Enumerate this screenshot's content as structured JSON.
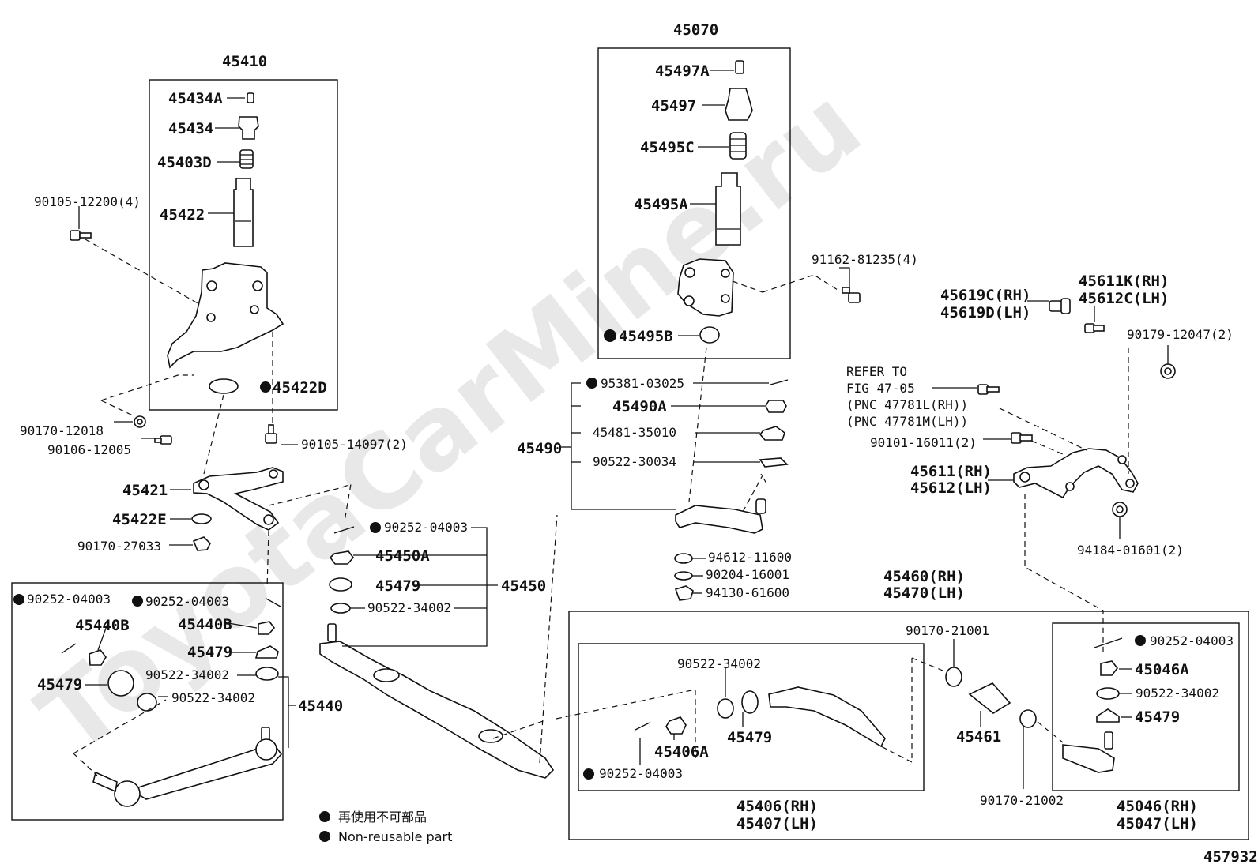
{
  "watermark": "ToyotaCarMine.ru",
  "figure_number": "457932",
  "legend": {
    "japanese": "再使用不可部品",
    "english": "Non-reusable part"
  },
  "labels": {
    "l45410": "45410",
    "l45434A": "45434A",
    "l45434": "45434",
    "l45403D": "45403D",
    "l45422": "45422",
    "l90105_12200": "90105-12200(4)",
    "l45422D": "45422D",
    "l90170_12018": "90170-12018",
    "l90106_12005": "90106-12005",
    "l90105_14097": "90105-14097(2)",
    "l45421": "45421",
    "l45422E": "45422E",
    "l90170_27033": "90170-27033",
    "l90252_a": "90252-04003",
    "l90252_b": "90252-04003",
    "l45440B_a": "45440B",
    "l45440B_b": "45440B",
    "l45479_a": "45479",
    "l45479_b": "45479",
    "l90522_a": "90522-34002",
    "l90522_b": "90522-34002",
    "l45440": "45440",
    "l45070": "45070",
    "l45497A": "45497A",
    "l45497": "45497",
    "l45495C": "45495C",
    "l45495A": "45495A",
    "l91162": "91162-81235(4)",
    "l45495B": "45495B",
    "l95381": "95381-03025",
    "l45490A": "45490A",
    "l45481": "45481-35010",
    "l45490": "45490",
    "l90522_30034": "90522-30034",
    "l94612": "94612-11600",
    "l90204": "90204-16001",
    "l94130": "94130-61600",
    "l90252_c": "90252-04003",
    "l45450A": "45450A",
    "l45479_c": "45479",
    "l45450": "45450",
    "l90522_c": "90522-34002",
    "l45619C": "45619C(RH)",
    "l45619D": "45619D(LH)",
    "l45611K": "45611K(RH)",
    "l45612C": "45612C(LH)",
    "l90179": "90179-12047(2)",
    "refer1": "REFER TO",
    "refer2": "FIG 47-05",
    "refer3": "(PNC 47781L(RH))",
    "refer4": "(PNC 47781M(LH))",
    "l90101": "90101-16011(2)",
    "l45611": "45611(RH)",
    "l45612": "45612(LH)",
    "l94184": "94184-01601(2)",
    "l45460": "45460(RH)",
    "l45470": "45470(LH)",
    "l90170_21001": "90170-21001",
    "l90522_d": "90522-34002",
    "l45479_d": "45479",
    "l45406A": "45406A",
    "l90252_d": "90252-04003",
    "l45461": "45461",
    "l90170_21002": "90170-21002",
    "l45406": "45406(RH)",
    "l45407": "45407(LH)",
    "l90252_e": "90252-04003",
    "l45046A": "45046A",
    "l90522_e": "90522-34002",
    "l45479_e": "45479",
    "l45046": "45046(RH)",
    "l45047": "45047(LH)"
  }
}
